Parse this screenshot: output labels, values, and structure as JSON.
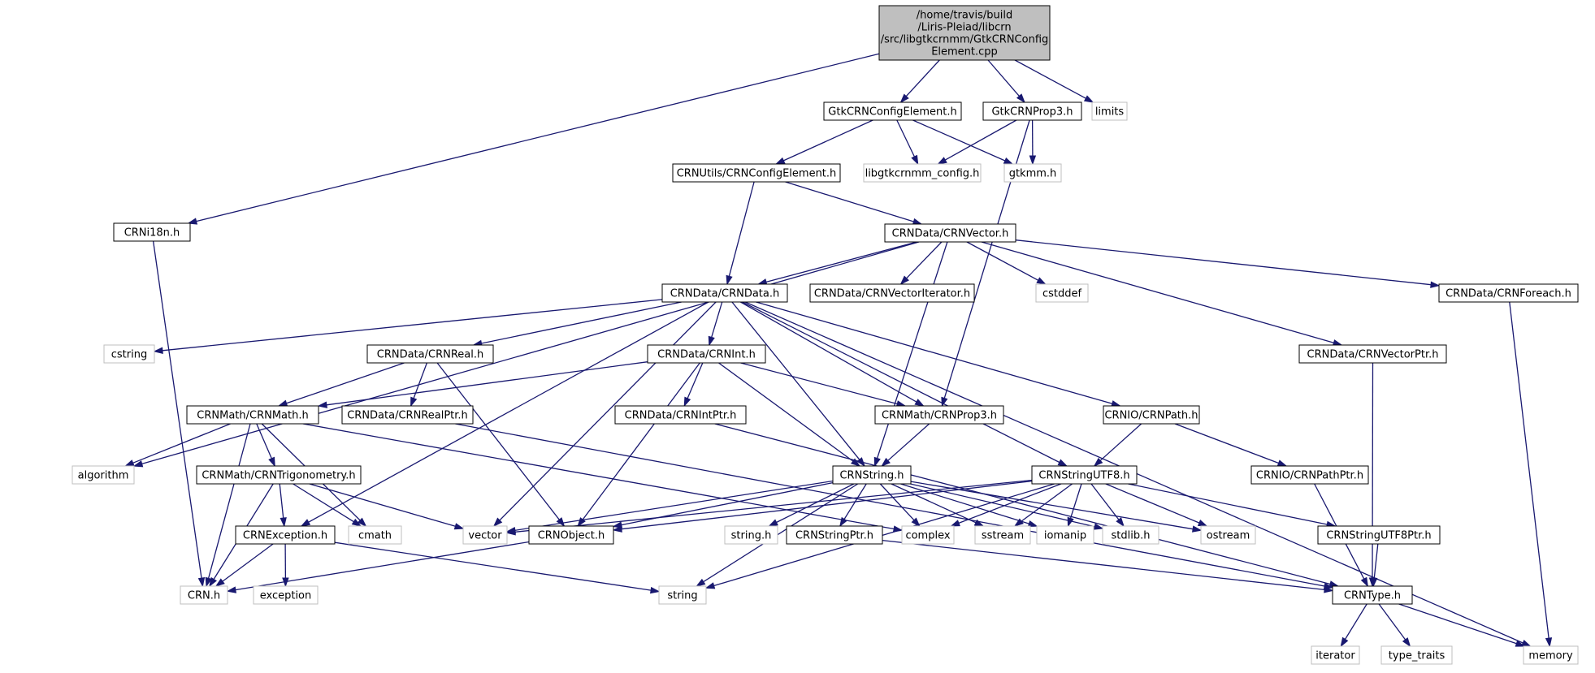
{
  "diagram": {
    "title": "",
    "colors": {
      "root_fill": "#bfbfbf",
      "border": "#000000",
      "external_border": "#bfbfbf",
      "edge": "#191970"
    },
    "nodes": [
      {
        "id": "root",
        "lines": [
          "/home/travis/build",
          "/Liris-Pleiad/libcrn",
          "/src/libgtkcrnmm/GtkCRNConfig",
          "Element.cpp"
        ],
        "kind": "root"
      },
      {
        "id": "gce",
        "lines": [
          "GtkCRNConfigElement.h"
        ],
        "kind": "doc"
      },
      {
        "id": "gp3",
        "lines": [
          "GtkCRNProp3.h"
        ],
        "kind": "doc"
      },
      {
        "id": "limits",
        "lines": [
          "limits"
        ],
        "kind": "ext"
      },
      {
        "id": "i18n",
        "lines": [
          "CRNi18n.h"
        ],
        "kind": "doc"
      },
      {
        "id": "cfg",
        "lines": [
          "CRNUtils/CRNConfigElement.h"
        ],
        "kind": "doc"
      },
      {
        "id": "libcfg",
        "lines": [
          "libgtkcrnmm_config.h"
        ],
        "kind": "ext"
      },
      {
        "id": "gtkmm",
        "lines": [
          "gtkmm.h"
        ],
        "kind": "ext"
      },
      {
        "id": "vec",
        "lines": [
          "CRNData/CRNVector.h"
        ],
        "kind": "doc"
      },
      {
        "id": "data",
        "lines": [
          "CRNData/CRNData.h"
        ],
        "kind": "doc"
      },
      {
        "id": "veciter",
        "lines": [
          "CRNData/CRNVectorIterator.h"
        ],
        "kind": "doc"
      },
      {
        "id": "cstddef",
        "lines": [
          "cstddef"
        ],
        "kind": "ext"
      },
      {
        "id": "foreach",
        "lines": [
          "CRNData/CRNForeach.h"
        ],
        "kind": "doc"
      },
      {
        "id": "cstring",
        "lines": [
          "cstring"
        ],
        "kind": "ext"
      },
      {
        "id": "real",
        "lines": [
          "CRNData/CRNReal.h"
        ],
        "kind": "doc"
      },
      {
        "id": "int",
        "lines": [
          "CRNData/CRNInt.h"
        ],
        "kind": "doc"
      },
      {
        "id": "vecptr",
        "lines": [
          "CRNData/CRNVectorPtr.h"
        ],
        "kind": "doc"
      },
      {
        "id": "math",
        "lines": [
          "CRNMath/CRNMath.h"
        ],
        "kind": "doc"
      },
      {
        "id": "realptr",
        "lines": [
          "CRNData/CRNRealPtr.h"
        ],
        "kind": "doc"
      },
      {
        "id": "intptr",
        "lines": [
          "CRNData/CRNIntPtr.h"
        ],
        "kind": "doc"
      },
      {
        "id": "prop3",
        "lines": [
          "CRNMath/CRNProp3.h"
        ],
        "kind": "doc"
      },
      {
        "id": "path",
        "lines": [
          "CRNIO/CRNPath.h"
        ],
        "kind": "doc"
      },
      {
        "id": "algorithm",
        "lines": [
          "algorithm"
        ],
        "kind": "ext"
      },
      {
        "id": "trig",
        "lines": [
          "CRNMath/CRNTrigonometry.h"
        ],
        "kind": "doc"
      },
      {
        "id": "string",
        "lines": [
          "CRNString.h"
        ],
        "kind": "doc"
      },
      {
        "id": "utf8",
        "lines": [
          "CRNStringUTF8.h"
        ],
        "kind": "doc"
      },
      {
        "id": "pathptr",
        "lines": [
          "CRNIO/CRNPathPtr.h"
        ],
        "kind": "doc"
      },
      {
        "id": "exc",
        "lines": [
          "CRNException.h"
        ],
        "kind": "doc"
      },
      {
        "id": "cmath",
        "lines": [
          "cmath"
        ],
        "kind": "ext"
      },
      {
        "id": "vector",
        "lines": [
          "vector"
        ],
        "kind": "ext"
      },
      {
        "id": "object",
        "lines": [
          "CRNObject.h"
        ],
        "kind": "doc"
      },
      {
        "id": "stringh",
        "lines": [
          "string.h"
        ],
        "kind": "ext"
      },
      {
        "id": "strptr",
        "lines": [
          "CRNStringPtr.h"
        ],
        "kind": "doc"
      },
      {
        "id": "complex",
        "lines": [
          "complex"
        ],
        "kind": "ext"
      },
      {
        "id": "sstream",
        "lines": [
          "sstream"
        ],
        "kind": "ext"
      },
      {
        "id": "iomanip",
        "lines": [
          "iomanip"
        ],
        "kind": "ext"
      },
      {
        "id": "stdlib",
        "lines": [
          "stdlib.h"
        ],
        "kind": "ext"
      },
      {
        "id": "ostream",
        "lines": [
          "ostream"
        ],
        "kind": "ext"
      },
      {
        "id": "utf8ptr",
        "lines": [
          "CRNStringUTF8Ptr.h"
        ],
        "kind": "doc"
      },
      {
        "id": "crn",
        "lines": [
          "CRN.h"
        ],
        "kind": "ext"
      },
      {
        "id": "exception",
        "lines": [
          "exception"
        ],
        "kind": "ext"
      },
      {
        "id": "stdstring",
        "lines": [
          "string"
        ],
        "kind": "ext"
      },
      {
        "id": "type",
        "lines": [
          "CRNType.h"
        ],
        "kind": "doc"
      },
      {
        "id": "iterator",
        "lines": [
          "iterator"
        ],
        "kind": "ext"
      },
      {
        "id": "typetraits",
        "lines": [
          "type_traits"
        ],
        "kind": "ext"
      },
      {
        "id": "memory",
        "lines": [
          "memory"
        ],
        "kind": "ext"
      }
    ],
    "edges": [
      [
        "root",
        "gce"
      ],
      [
        "root",
        "gp3"
      ],
      [
        "root",
        "limits"
      ],
      [
        "root",
        "i18n"
      ],
      [
        "gce",
        "cfg"
      ],
      [
        "gce",
        "libcfg"
      ],
      [
        "gce",
        "gtkmm"
      ],
      [
        "gp3",
        "libcfg"
      ],
      [
        "gp3",
        "gtkmm"
      ],
      [
        "gp3",
        "prop3"
      ],
      [
        "i18n",
        "crn"
      ],
      [
        "cfg",
        "data"
      ],
      [
        "cfg",
        "vec"
      ],
      [
        "vec",
        "data"
      ],
      [
        "vec",
        "veciter"
      ],
      [
        "vec",
        "cstddef"
      ],
      [
        "vec",
        "foreach"
      ],
      [
        "vec",
        "vecptr"
      ],
      [
        "vec",
        "algorithm"
      ],
      [
        "vec",
        "string"
      ],
      [
        "data",
        "cstring"
      ],
      [
        "data",
        "real"
      ],
      [
        "data",
        "int"
      ],
      [
        "data",
        "vector"
      ],
      [
        "data",
        "string"
      ],
      [
        "data",
        "prop3"
      ],
      [
        "data",
        "utf8"
      ],
      [
        "data",
        "path"
      ],
      [
        "data",
        "memory"
      ],
      [
        "data",
        "exc"
      ],
      [
        "foreach",
        "memory"
      ],
      [
        "real",
        "math"
      ],
      [
        "real",
        "realptr"
      ],
      [
        "real",
        "object"
      ],
      [
        "int",
        "math"
      ],
      [
        "int",
        "intptr"
      ],
      [
        "int",
        "object"
      ],
      [
        "int",
        "prop3"
      ],
      [
        "int",
        "string"
      ],
      [
        "vecptr",
        "type"
      ],
      [
        "math",
        "algorithm"
      ],
      [
        "math",
        "trig"
      ],
      [
        "math",
        "crn"
      ],
      [
        "math",
        "cmath"
      ],
      [
        "math",
        "complex"
      ],
      [
        "realptr",
        "type"
      ],
      [
        "intptr",
        "type"
      ],
      [
        "prop3",
        "string"
      ],
      [
        "path",
        "utf8"
      ],
      [
        "path",
        "pathptr"
      ],
      [
        "trig",
        "exc"
      ],
      [
        "trig",
        "crn"
      ],
      [
        "trig",
        "cmath"
      ],
      [
        "trig",
        "vector"
      ],
      [
        "string",
        "vector"
      ],
      [
        "string",
        "object"
      ],
      [
        "string",
        "stringh"
      ],
      [
        "string",
        "strptr"
      ],
      [
        "string",
        "complex"
      ],
      [
        "string",
        "sstream"
      ],
      [
        "string",
        "iomanip"
      ],
      [
        "string",
        "stdlib"
      ],
      [
        "string",
        "ostream"
      ],
      [
        "string",
        "stdstring"
      ],
      [
        "utf8",
        "vector"
      ],
      [
        "utf8",
        "object"
      ],
      [
        "utf8",
        "complex"
      ],
      [
        "utf8",
        "sstream"
      ],
      [
        "utf8",
        "iomanip"
      ],
      [
        "utf8",
        "stdlib"
      ],
      [
        "utf8",
        "ostream"
      ],
      [
        "utf8",
        "utf8ptr"
      ],
      [
        "utf8",
        "stdstring"
      ],
      [
        "pathptr",
        "type"
      ],
      [
        "utf8ptr",
        "type"
      ],
      [
        "exc",
        "crn"
      ],
      [
        "exc",
        "exception"
      ],
      [
        "exc",
        "stdstring"
      ],
      [
        "object",
        "crn"
      ],
      [
        "strptr",
        "type"
      ],
      [
        "type",
        "iterator"
      ],
      [
        "type",
        "typetraits"
      ],
      [
        "type",
        "memory"
      ]
    ]
  }
}
